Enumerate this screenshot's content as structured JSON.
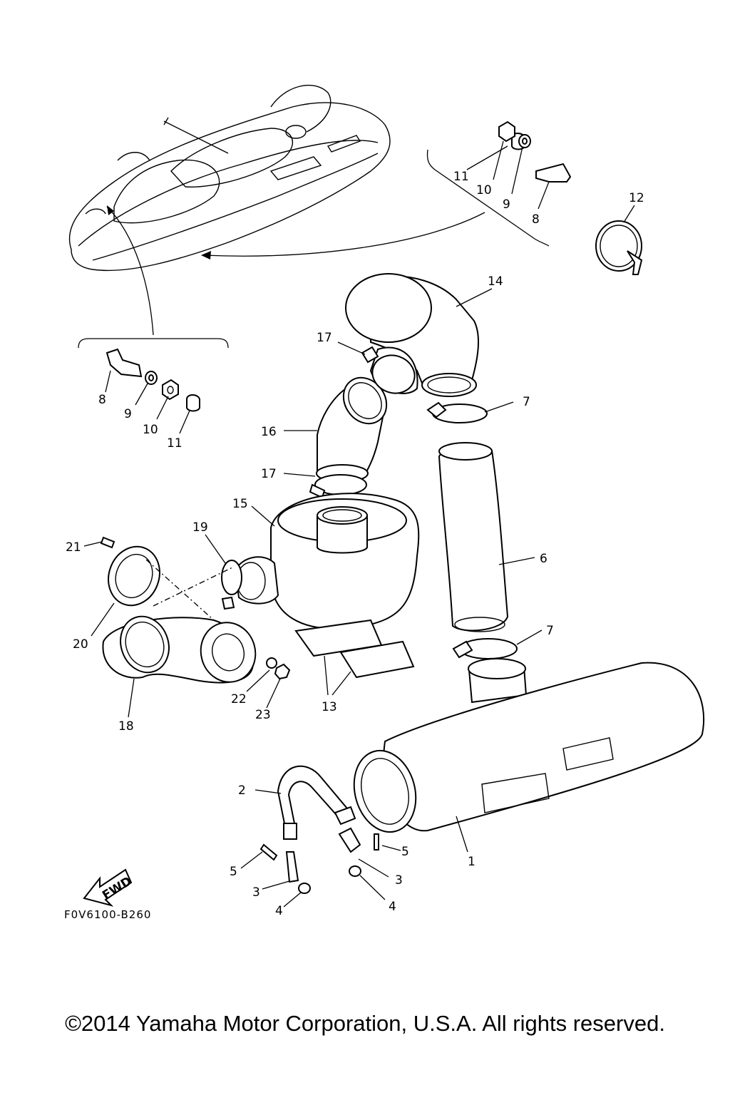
{
  "diagram": {
    "callouts": [
      "1",
      "2",
      "3",
      "3",
      "4",
      "4",
      "5",
      "5",
      "6",
      "7",
      "7",
      "8",
      "8",
      "9",
      "9",
      "10",
      "10",
      "11",
      "11",
      "12",
      "13",
      "14",
      "15",
      "16",
      "17",
      "17",
      "18",
      "19",
      "20",
      "21",
      "22",
      "23"
    ],
    "fwd_label": "FWD"
  },
  "footer": {
    "figure_code": "F0V6100-B260",
    "copyright": "©2014 Yamaha Motor Corporation, U.S.A. All rights reserved."
  }
}
